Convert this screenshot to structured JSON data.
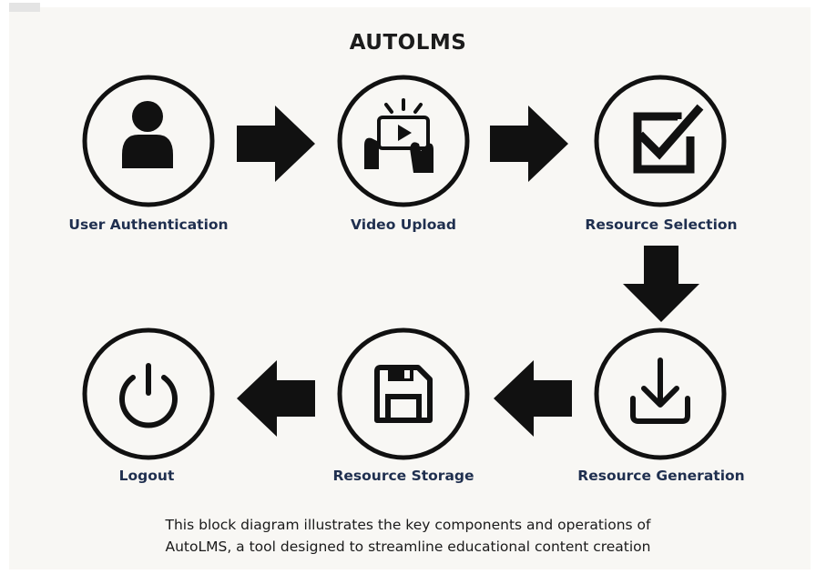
{
  "title": "AUTOLMS",
  "steps": [
    {
      "label": "User Authentication",
      "icon": "user-icon"
    },
    {
      "label": "Video Upload",
      "icon": "video-upload-icon"
    },
    {
      "label": "Resource Selection",
      "icon": "checkbox-icon"
    },
    {
      "label": "Resource Generation",
      "icon": "download-icon"
    },
    {
      "label": "Resource Storage",
      "icon": "floppy-disk-icon"
    },
    {
      "label": "Logout",
      "icon": "power-icon"
    }
  ],
  "caption": {
    "line1": "This block diagram illustrates the key components and operations of",
    "line2": "AutoLMS, a tool designed to streamline educational content creation"
  },
  "colors": {
    "background": "#f8f7f4",
    "icon": "#111111",
    "label": "#1f2f4f"
  }
}
